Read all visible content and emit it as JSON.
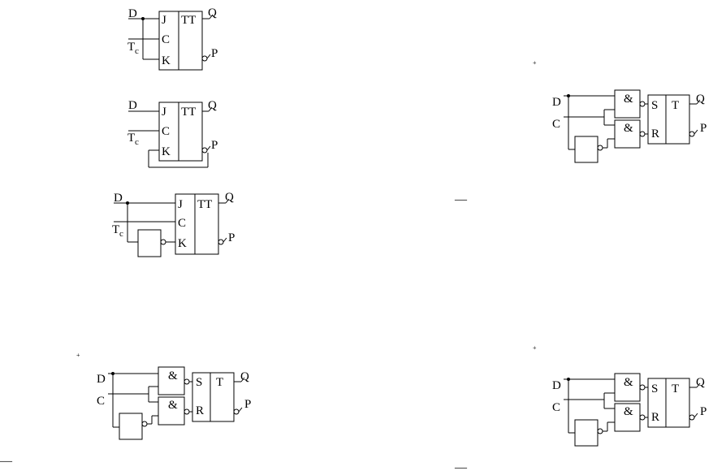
{
  "diagrams": {
    "jk1": {
      "in_d": "D",
      "in_t": "T",
      "in_t_sub": "c",
      "pin_j": "J",
      "pin_c": "C",
      "pin_k": "K",
      "title": "TT",
      "out_q": "Q",
      "out_p": "P"
    },
    "jk2": {
      "in_d": "D",
      "in_t": "T",
      "in_t_sub": "c",
      "pin_j": "J",
      "pin_c": "C",
      "pin_k": "K",
      "title": "TT",
      "out_q": "Q",
      "out_p": "P"
    },
    "jk3": {
      "in_d": "D",
      "in_t": "T",
      "in_t_sub": "c",
      "pin_j": "J",
      "pin_c": "C",
      "pin_k": "K",
      "title": "TT",
      "out_q": "Q",
      "out_p": "P"
    },
    "rs1": {
      "mark": "+",
      "in_d": "D",
      "in_c": "C",
      "gate_top": "&",
      "gate_bot": "&",
      "pin_s": "S",
      "pin_r": "R",
      "title": "T",
      "out_q": "Q",
      "out_p": "P",
      "dash": "—"
    },
    "rs2": {
      "mark": "+",
      "in_d": "D",
      "in_c": "C",
      "gate_top": "&",
      "gate_bot": "&",
      "pin_s": "S",
      "pin_r": "R",
      "title": "T",
      "out_q": "Q",
      "out_p": "P",
      "dash": "—"
    },
    "rs3": {
      "mark": "+",
      "in_d": "D",
      "in_c": "C",
      "gate_top": "&",
      "gate_bot": "&",
      "pin_s": "S",
      "pin_r": "R",
      "title": "T",
      "out_q": "Q",
      "out_p": "P",
      "dash": "—"
    }
  }
}
